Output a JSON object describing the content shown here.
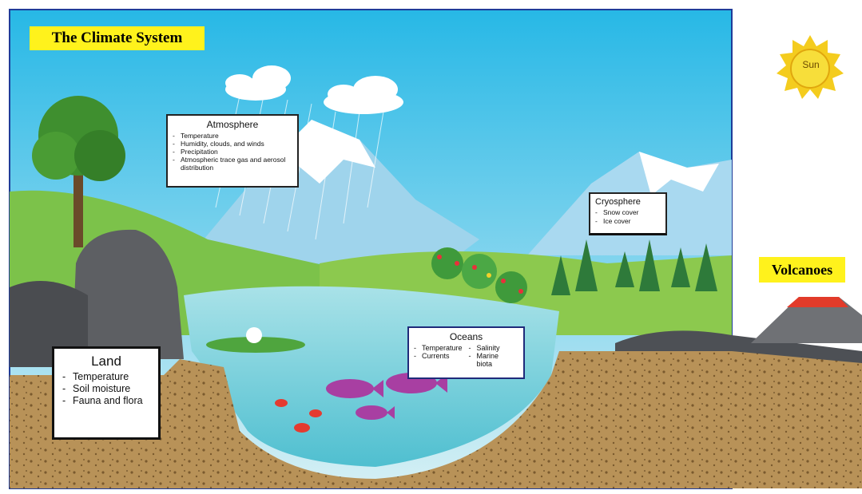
{
  "title": "The Climate System",
  "sun": {
    "label": "Sun"
  },
  "volcanoes": {
    "label": "Volcanoes"
  },
  "atmosphere": {
    "heading": "Atmosphere",
    "items": [
      "Temperature",
      "Humidity, clouds, and winds",
      "Precipitation",
      "Atmospheric trace gas and aerosol distribution"
    ]
  },
  "cryosphere": {
    "heading": "Cryosphere",
    "items": [
      "Snow cover",
      "Ice cover"
    ]
  },
  "oceans": {
    "heading": "Oceans",
    "left_items": [
      "Temperature",
      "Currents"
    ],
    "right_items": [
      "Salinity",
      "Marine biota"
    ]
  },
  "land": {
    "heading": "Land",
    "items": [
      "Temperature",
      "Soil moisture",
      "Fauna and flora"
    ]
  },
  "colors": {
    "label_bg": "#fff21c",
    "sky": "#3fc4ea",
    "soil": "#b7925a",
    "water": "#7fd3de",
    "ocean_border": "#1f2a7a"
  }
}
